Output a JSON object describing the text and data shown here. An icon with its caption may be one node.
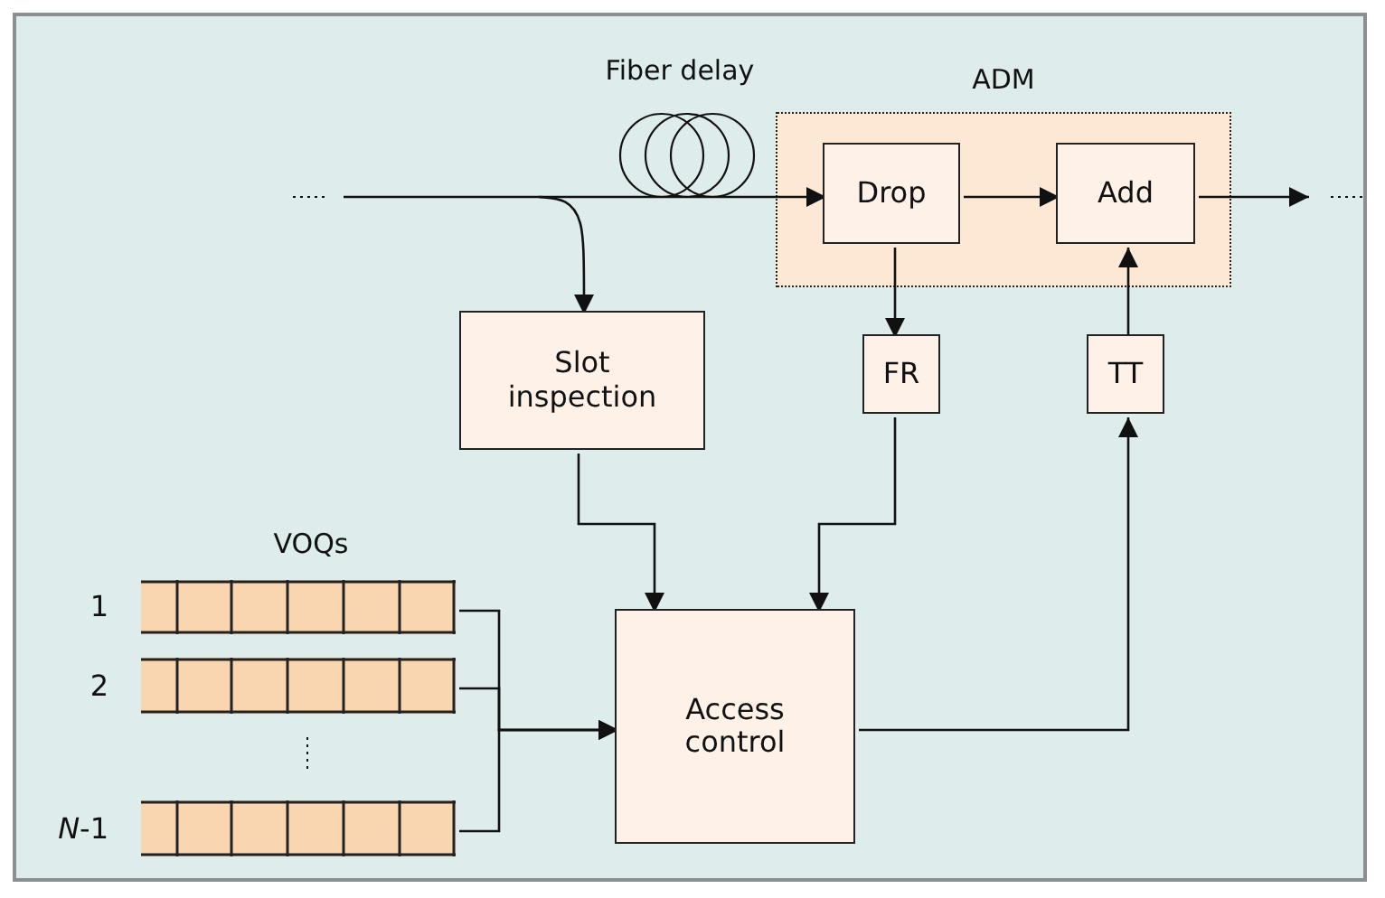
{
  "diagram": {
    "nodes": [
      {
        "text": [
          "ADM"
        ]
      },
      {
        "text": [
          "Drop"
        ],
        "in": 0
      },
      {
        "text": [
          "Add"
        ],
        "in": 0
      },
      {
        "text": [
          "Slot inspection"
        ]
      },
      {
        "text": [
          "FR"
        ]
      },
      {
        "text": [
          "TT"
        ]
      },
      {
        "text": [],
        "shape": "bar",
        "beside": [
          "1"
        ]
      },
      {
        "text": [],
        "shape": "bar",
        "beside": [
          "2"
        ]
      },
      {
        "text": [],
        "shape": "bar",
        "beside": [
          "*N*-1"
        ]
      },
      {
        "text": [
          "Access control"
        ]
      }
    ],
    "edges": [
      {
        "from": null,
        "to": 1,
        "arrow": "to"
      },
      {
        "from": null,
        "to": 3,
        "arrow": "to"
      },
      {
        "from": 1,
        "to": 2,
        "arrow": "to"
      },
      {
        "from": 2,
        "to": null,
        "arrow": "to"
      },
      {
        "from": 1,
        "to": 4,
        "arrow": "to"
      },
      {
        "from": 5,
        "to": 2,
        "arrow": "to"
      },
      {
        "from": 3,
        "to": 9,
        "arrow": "to"
      },
      {
        "from": 4,
        "to": 9,
        "arrow": "to"
      },
      {
        "from": 6,
        "to": 9,
        "arrow": "to"
      },
      {
        "from": 7,
        "to": 9,
        "arrow": "to"
      },
      {
        "from": 8,
        "to": 9,
        "arrow": "to"
      },
      {
        "from": 9,
        "to": 5,
        "arrow": "to"
      }
    ],
    "labels": [
      "Fiber delay",
      "VOQs"
    ]
  }
}
